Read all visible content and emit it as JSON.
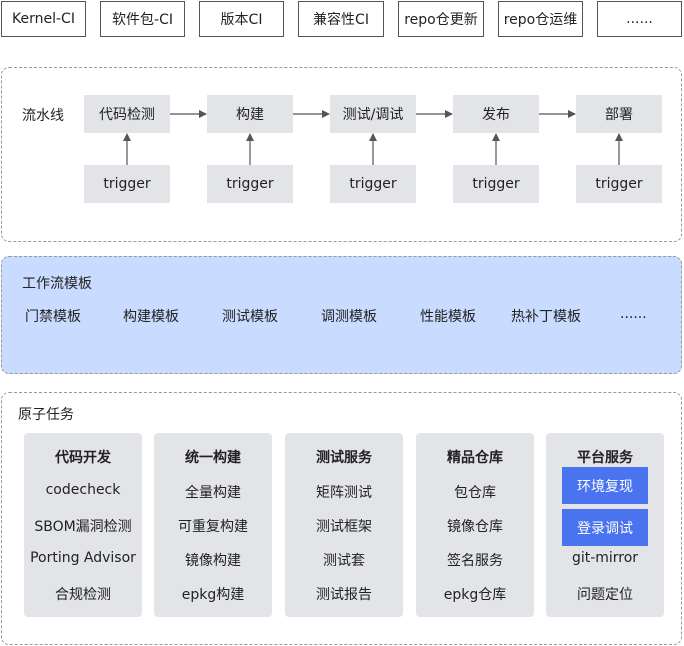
{
  "top_tabs": [
    "Kernel-CI",
    "软件包-CI",
    "版本CI",
    "兼容性CI",
    "repo仓更新",
    "repo仓运维",
    "......"
  ],
  "pipeline": {
    "title": "流水线",
    "stages": [
      "代码检测",
      "构建",
      "测试/调试",
      "发布",
      "部署"
    ],
    "trigger_label": "trigger"
  },
  "workflow": {
    "title": "工作流模板",
    "templates": [
      "门禁模板",
      "构建模板",
      "测试模板",
      "调测模板",
      "性能模板",
      "热补丁模板",
      "......"
    ]
  },
  "atomic": {
    "title": "原子任务",
    "columns": [
      {
        "title": "代码开发",
        "items": [
          "codecheck",
          "SBOM漏洞检测",
          "Porting Advisor",
          "合规检测"
        ]
      },
      {
        "title": "统一构建",
        "items": [
          "全量构建",
          "可重复构建",
          "镜像构建",
          "epkg构建"
        ]
      },
      {
        "title": "测试服务",
        "items": [
          "矩阵测试",
          "测试框架",
          "测试套",
          "测试报告"
        ]
      },
      {
        "title": "精品仓库",
        "items": [
          "包仓库",
          "镜像仓库",
          "签名服务",
          "epkg仓库"
        ]
      },
      {
        "title": "平台服务",
        "items": [
          "环境复现",
          "登录调试",
          "git-mirror",
          "问题定位"
        ]
      }
    ]
  },
  "colors": {
    "workflow_bg": "#c9dbff",
    "box_gray": "#e3e4e8",
    "highlight_blue": "#4a73ef"
  }
}
